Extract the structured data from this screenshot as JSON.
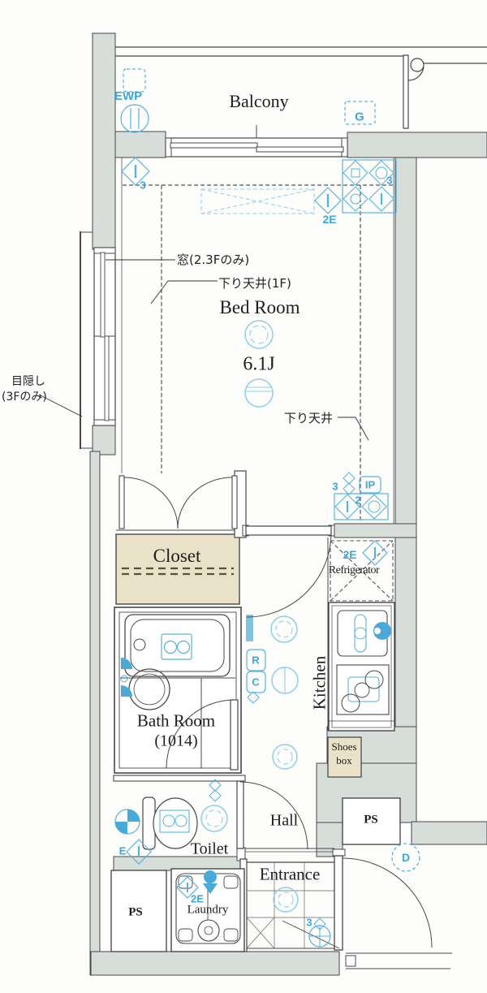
{
  "page": {
    "title": "Apartment floor plan"
  },
  "rooms": {
    "balcony": "Balcony",
    "bedroom": "Bed Room",
    "bedroom_size": "6.1J",
    "closet": "Closet",
    "bathroom": "Bath Room",
    "bathroom_size": "(1014)",
    "kitchen": "Kitchen",
    "refrigerator": "Refrigerator",
    "hall": "Hall",
    "toilet": "Toilet",
    "entrance": "Entrance",
    "laundry": "Laundry",
    "shoes_box_l1": "Shoes",
    "shoes_box_l2": "box",
    "ps_left": "PS",
    "ps_right": "PS"
  },
  "annotations": {
    "window_note": "窓(2.3Fのみ)",
    "dropped_ceiling_1f": "下り天井(1F)",
    "dropped_ceiling": "下り天井",
    "privacy_l1": "目隠し",
    "privacy_l2": "(3Fのみ)"
  },
  "markers": {
    "ewp": "EWP",
    "g": "G",
    "ip": "IP",
    "r": "R",
    "c": "C",
    "e": "E",
    "d": "D",
    "two_e_ceiling": "2E",
    "two_e_fridge": "2E",
    "two_e_laundry": "2E",
    "three_window": "3",
    "three_ac": "3",
    "three_ip": "3",
    "three_entrance": "3",
    "two_ip": "2"
  },
  "colors": {
    "marker_blue": "#3da8d8",
    "symbol_blue": "#58b2da",
    "light_blue": "#8fcee8",
    "wall_gray": "#d7ddd9",
    "closet_beige": "#eae2c8"
  }
}
